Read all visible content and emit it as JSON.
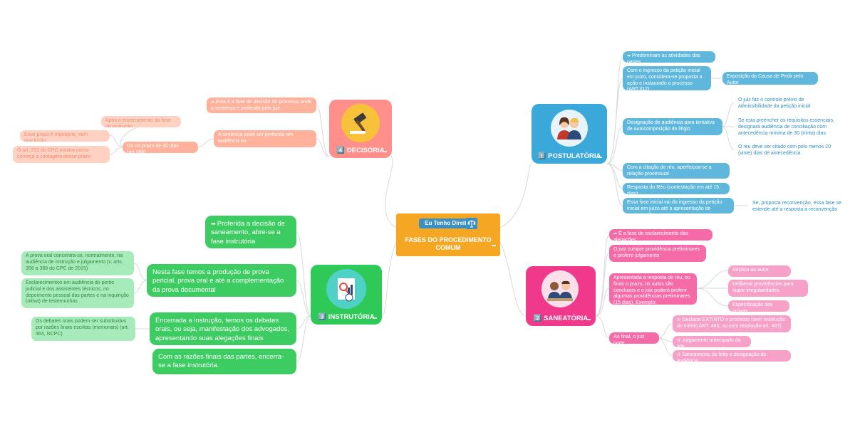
{
  "center": {
    "badge": "Eu Tenho Direito",
    "title": "FASES DO PROCEDIMENTO COMUM"
  },
  "postulatoria": {
    "label": "1️⃣ POSTULATÓRIA",
    "n1": "Predominam as atividades das partes",
    "n2": "Com o ingresso da petição inicial em juízo, considera-se proposta a ação e instaurado o processo (ART.312)",
    "n2a": "Exposição da Causa de Pedir pelo Autor",
    "n3": "Designação de audiência para tentativa de autocomposição do litígio",
    "n3a": "O juiz faz o controle prévio de admissibilidade da petição inicial",
    "n3b": "Se esta preencher os requisitos essenciais, designará audiência de conciliação com antecedência mínima de 30 (trinta) dias",
    "n3c": "O reu deve ser citado com pelo menos 20 (vinte) dias de antecedência",
    "n4": "Com a citação do réu, aperfeiçoa-se a relação processual",
    "n5": "Resposta do Réu (contestação em até 15 dias)",
    "n6": "Essa fase inicial vai do ingresso da petição inicial em juízo até a apresentação de contestação",
    "n6a": "Se, proposta reconvenção, essa fase se estende até a resposta à reconvenção"
  },
  "saneatoria": {
    "label": "2️⃣ SANEATÓRIA",
    "n1": "É a fase de esclarecimento das alegações",
    "n2": "O juiz cumpre providência preliminares e profere julgamento",
    "n3": "Apresentada a resposta do réu, ou findo o prazo, os autos são conclusos e o juiz poderá proferir algumas providências preliminares (15 dias). Exemplo:",
    "n3a": "Réplica ao autor",
    "n3b": "Deliberar providências para suprir irregularidades",
    "n3c": "Especificação das provas",
    "n4": "Ao final, o juiz pode",
    "n4a": "Declarar EXTINTO o processo (sem resolução do mérito ART. 485, ou com resolução art. 487)",
    "n4b": "Julgamento antecipado da lide",
    "n4c": "Saneamento do feito e designação de audiência"
  },
  "decisoria": {
    "label": "4️⃣ DECISÓRIA",
    "n1": "Esta é a fase de decisão do processo onde a sentença é proferida pelo juiz",
    "n2": "A sentença pode ser proferida em audiência ou",
    "n2a": "Ou no prazo de 30 dias (art.366)",
    "n2a1": "Após o encerramento da fase de instrução",
    "n2a2": "Esse prazo é impróprio, sem preclusão",
    "n2a3": "O art. 231 do CPC mostra como começa a contagem desse prazo"
  },
  "instrutoria": {
    "label": "3️⃣ INSTRUTÓRIA",
    "n1": "Proferida a decisão de saneamento, abre-se a fase instrutória",
    "n2": "Nesta fase temos a produção de prova pericial, prova oral e até a complementação da prova documental",
    "n2a": "A prova oral concentra-se, normalmente, na audiência de instrução e julgamento (v. arts. 358 a 368 do CPC de 2015)",
    "n2b": "Esclarecimentos em audiência do perito judicial e dos assistentes técnicos, no depoimento pessoal das partes e na inquirição (oitiva) de testemunhas",
    "n3": "Encerrada a instrução, temos os debates orais, ou seja, manifestação dos advogados, apresentando suas alegações finais",
    "n3a": "Os debates orais podem ser substituídos por razões finais escritas (memoriais) (art. 364, NCPC)",
    "n4": "Com as razões finais das partes, encerra-se a fase instrutória."
  },
  "colors": {
    "postulatoria": "#3aa8d8",
    "saneatoria": "#f0398a",
    "decisoria": "#ff8f8a",
    "instrutoria": "#2ec956",
    "center": "#f5a623"
  }
}
